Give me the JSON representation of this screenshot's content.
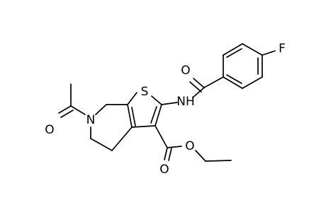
{
  "molecule": {
    "atoms": {
      "sulfur": "S",
      "fluorine": "F",
      "amide_nh": "NH",
      "amide_o": "O",
      "ring_n": "N",
      "acetyl_o": "O",
      "ester_carbonyl_o": "O",
      "ester_o": "O"
    }
  },
  "colors": {
    "bond": "#000000",
    "label": "#000000",
    "background": "#ffffff"
  }
}
